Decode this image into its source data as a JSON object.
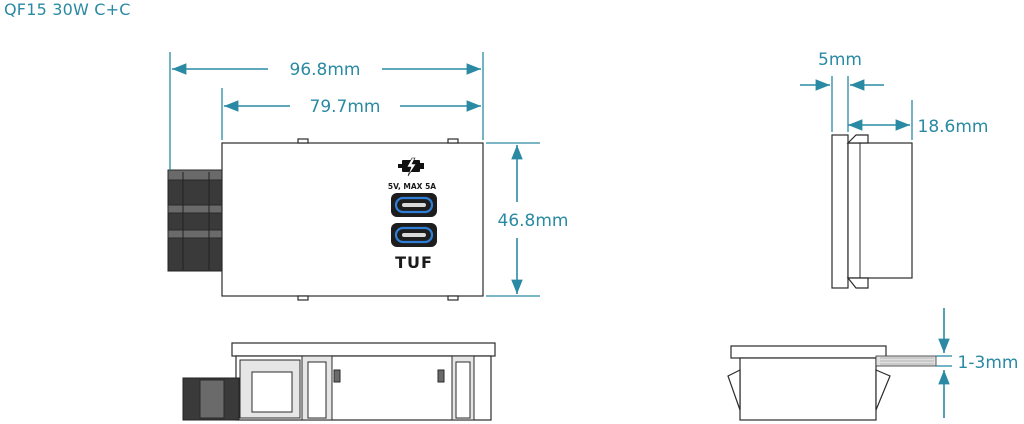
{
  "title": "QF15 30W C+C",
  "dimensions": {
    "overall_width": "96.8mm",
    "frame_width": "79.7mm",
    "height": "46.8mm",
    "plate_thickness": "5mm",
    "body_depth": "18.6mm",
    "panel_thickness": "1-3mm"
  },
  "module_labels": {
    "rating": "5V, MAX 5A",
    "brand": "TUF"
  },
  "colors": {
    "dimension": "#2a8aa3",
    "outline": "#2b2b2b",
    "port_ring": "#2f7fd6"
  }
}
